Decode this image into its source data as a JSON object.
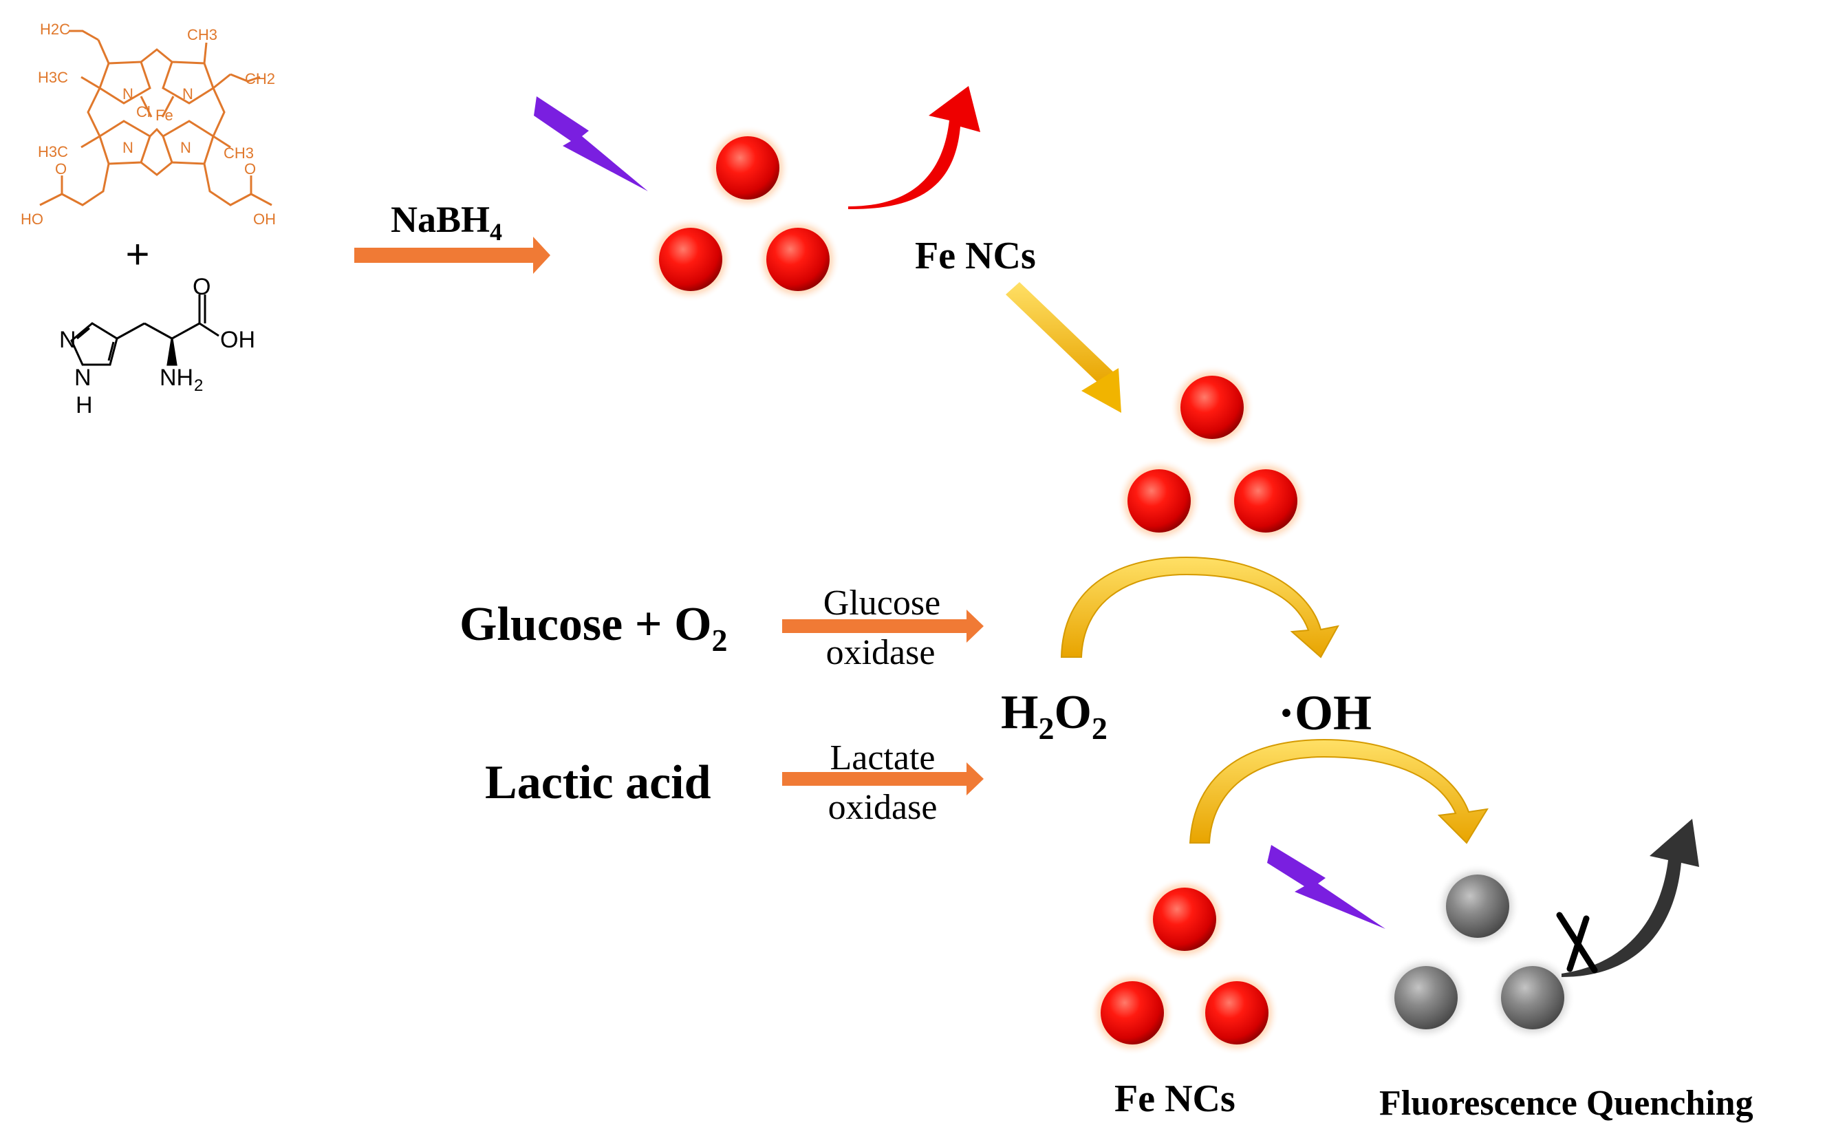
{
  "colors": {
    "hemin": "#e0782c",
    "orange_arrow": "#f07a35",
    "gold_arrow": "#f1b400",
    "red_arrow": "#ee0000",
    "violet_bolt": "#7a1fe0",
    "red_particle": "#ee0000",
    "gray_particle": "#7f7f7f",
    "dark_arrow": "#333333",
    "text": "#000000"
  },
  "hemin": {
    "vinyl_1": "H2C",
    "methyl_1": "CH3",
    "vinyl_2": "CH2",
    "methyl_2": "H3C",
    "metal": "Fe",
    "chloride": "Cl",
    "methyl_3": "H3C",
    "methyl_4": "CH3",
    "acid_1": "HO",
    "acid_2": "OH",
    "nitrogen": "N",
    "oxygen": "O"
  },
  "plus": "+",
  "histidine": {
    "oxygen": "O",
    "hydroxyl": "OH",
    "amine": "NH",
    "amine_sub": "2",
    "ring_n": "N",
    "ring_nh_n": "N",
    "ring_nh_h": "H"
  },
  "reagent": {
    "base": "NaBH",
    "sub": "4"
  },
  "product_label_1": "Fe NCs",
  "glucose_eq": {
    "text": "Glucose + O",
    "sub": "2"
  },
  "glucose_enzyme": {
    "line1": "Glucose",
    "line2": "oxidase"
  },
  "lactic": "Lactic acid",
  "lactate_enzyme": {
    "line1": "Lactate",
    "line2": "oxidase"
  },
  "h2o2": {
    "h": "H",
    "sub1": "2",
    "o": "O",
    "sub2": "2"
  },
  "hydroxyl": "·OH",
  "product_label_2": "Fe NCs",
  "quench_label": "Fluorescence Quenching",
  "cross": "×"
}
